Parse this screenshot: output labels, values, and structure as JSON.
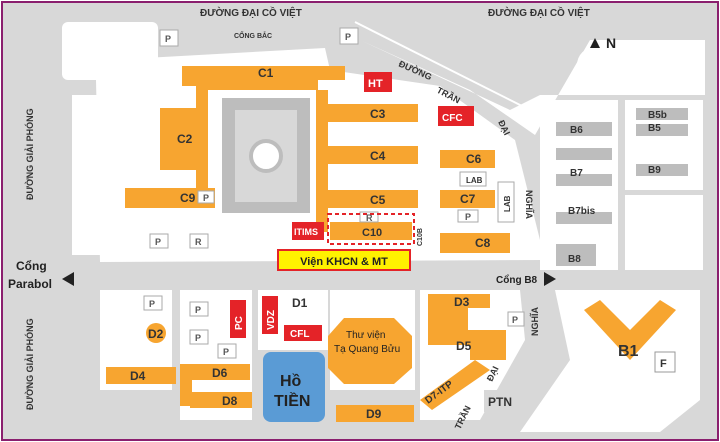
{
  "roads": {
    "top_left": "ĐƯỜNG ĐẠI CỒ VIỆT",
    "top_right": "ĐƯỜNG ĐẠI CỒ VIỆT",
    "left_top": "ĐƯỜNG GIẢI PHÓNG",
    "left_bottom": "ĐƯỜNG GIẢI PHÓNG",
    "tran_dai_nghia_1": "ĐƯỜNG",
    "tran_dai_nghia_2": "TRẦN",
    "tran_dai_nghia_3": "ĐẠI",
    "tran_dai_nghia_4": "NGHĨA",
    "bottom_tran": "TRẦN",
    "bottom_dai": "ĐẠI",
    "bottom_nghia": "NGHĨA"
  },
  "gates": {
    "cong_bac": "CỔNG BẮC",
    "cong_parabol_1": "Cổng",
    "cong_parabol_2": "Parabol",
    "cong_b8": "Cổng B8"
  },
  "compass": {
    "north": "N"
  },
  "buildings": {
    "c1": "C1",
    "c2": "C2",
    "c3": "C3",
    "c4": "C4",
    "c5": "C5",
    "c6": "C6",
    "c7": "C7",
    "c8": "C8",
    "c9": "C9",
    "c10": "C10",
    "c10b": "C10B",
    "ht": "HT",
    "cfc": "CFC",
    "itims": "ITIMS",
    "lab1": "LAB",
    "lab2": "LAB",
    "b1": "B1",
    "b5": "B5",
    "b5b": "B5b",
    "b6": "B6",
    "b7": "B7",
    "b7bis": "B7bis",
    "b8": "B8",
    "b9": "B9",
    "d1": "D1",
    "d2": "D2",
    "d3": "D3",
    "d4": "D4",
    "d5": "D5",
    "d6": "D6",
    "d7": "D7-ITP",
    "d8": "D8",
    "d9": "D9",
    "pc": "PC",
    "vdz": "VDZ",
    "cfl": "CFL",
    "ptn": "PTN",
    "f": "F",
    "library_1": "Thư viện",
    "library_2": "Tạ Quang Bửu",
    "lake_1": "Hồ",
    "lake_2": "TIỀN"
  },
  "highlight": {
    "label": "Viện KHCN & MT"
  },
  "parking": {
    "p": "P",
    "r": "R"
  },
  "colors": {
    "building": "#f7a530",
    "special": "#e42328",
    "road_area": "#d8d8d8",
    "background": "#ffffff",
    "highlight_fill": "#fff200",
    "highlight_border": "#e42328",
    "frame": "#8a1f6e",
    "lake": "#5a9bd5"
  }
}
